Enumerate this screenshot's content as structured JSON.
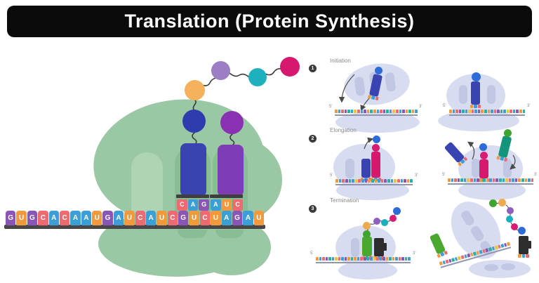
{
  "title": "Translation (Protein Synthesis)",
  "stages": [
    {
      "number": "1",
      "label": "Initiation"
    },
    {
      "number": "2",
      "label": "Elongation"
    },
    {
      "number": "3",
      "label": "Termination"
    }
  ],
  "labels": {
    "five_prime": "5'",
    "three_prime": "3'"
  },
  "main": {
    "mrna_sequence": [
      "G",
      "U",
      "G",
      "C",
      "A",
      "C",
      "A",
      "A",
      "U",
      "G",
      "A",
      "U",
      "C",
      "A",
      "U",
      "C",
      "G",
      "U",
      "C",
      "U",
      "A",
      "G",
      "A",
      "U"
    ],
    "trna_p_anticodon": [
      "C",
      "A",
      "G"
    ],
    "trna_a_anticodon": [
      "A",
      "U",
      "C"
    ]
  },
  "mini": {
    "mrna_pattern": [
      "#f2993b",
      "#3b9ed6",
      "#ec6a70",
      "#8a56b5",
      "#22b3a2",
      "#3b9ed6",
      "#f2c23b",
      "#ec6a70",
      "#3b9ed6",
      "#8a56b5",
      "#f2993b",
      "#22b3a2"
    ],
    "tip_colors": [
      "#f2993b",
      "#3b9ed6",
      "#ec6a70"
    ]
  },
  "colors": {
    "banner_bg": "#0b0b0b",
    "banner_text": "#ffffff",
    "green_body": "#9ac7a4",
    "green_arch": "#acd4b5",
    "green_arch_dark": "#88bd96",
    "lav_body": "#d7dcf0",
    "lav_arch": "#c0c7e3",
    "trna_blue": "#3943b1",
    "trna_purple": "#7f3cb5",
    "trna_pink": "#d6186e",
    "trna_teal": "#13957c",
    "trna_green": "#4aa82f",
    "rf_black": "#2d2d2d",
    "mrna_bar": "#474747",
    "mini_bar": "#9096ad",
    "nt_A": "#3b9ed6",
    "nt_U": "#f2993b",
    "nt_G": "#8a56b5",
    "nt_C": "#ec6a70",
    "aa_blue": "#2e3dad",
    "aa_purple": "#8a30b2",
    "aa_orange": "#f6b15c",
    "aa_lilac": "#9b7ec4",
    "aa_teal": "#1fb0bd",
    "aa_magenta": "#d6186e",
    "aa_m_blue": "#2d6bd8",
    "aa_m_pink": "#d81b74",
    "aa_m_green": "#3fa52f",
    "aa_m_orange": "#f0a94e",
    "aa_m_purple": "#8d5fc0",
    "aa_m_teal": "#19b0bd",
    "arrow": "#4a4a4a",
    "label_text": "#8a8a8a"
  }
}
